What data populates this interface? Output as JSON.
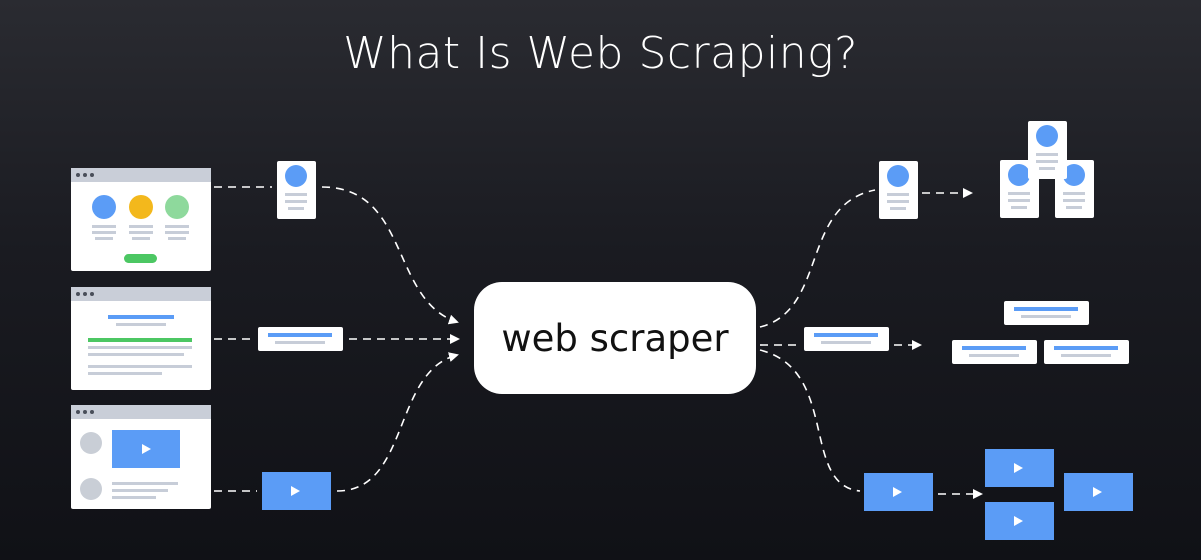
{
  "title": "What Is Web Scraping?",
  "center_label": "web scraper",
  "colors": {
    "background": "#1a1b21",
    "card": "#ffffff",
    "browser_bar": "#c9ced8",
    "blue": "#5b9cf6",
    "yellow": "#f3b81c",
    "green": "#8ed99c",
    "green_bar": "#4cc763",
    "line_gray": "#c7cdd8",
    "avatar_gray": "#c9ced6",
    "arrow": "#ffffff"
  },
  "inputs": [
    "profile-listing-page",
    "article-page",
    "video-page"
  ],
  "extracted_items": [
    "profile-card",
    "text-snippet",
    "video-thumbnail"
  ],
  "outputs": [
    "profile-cards-group",
    "text-snippets-group",
    "video-thumbnails-group"
  ]
}
